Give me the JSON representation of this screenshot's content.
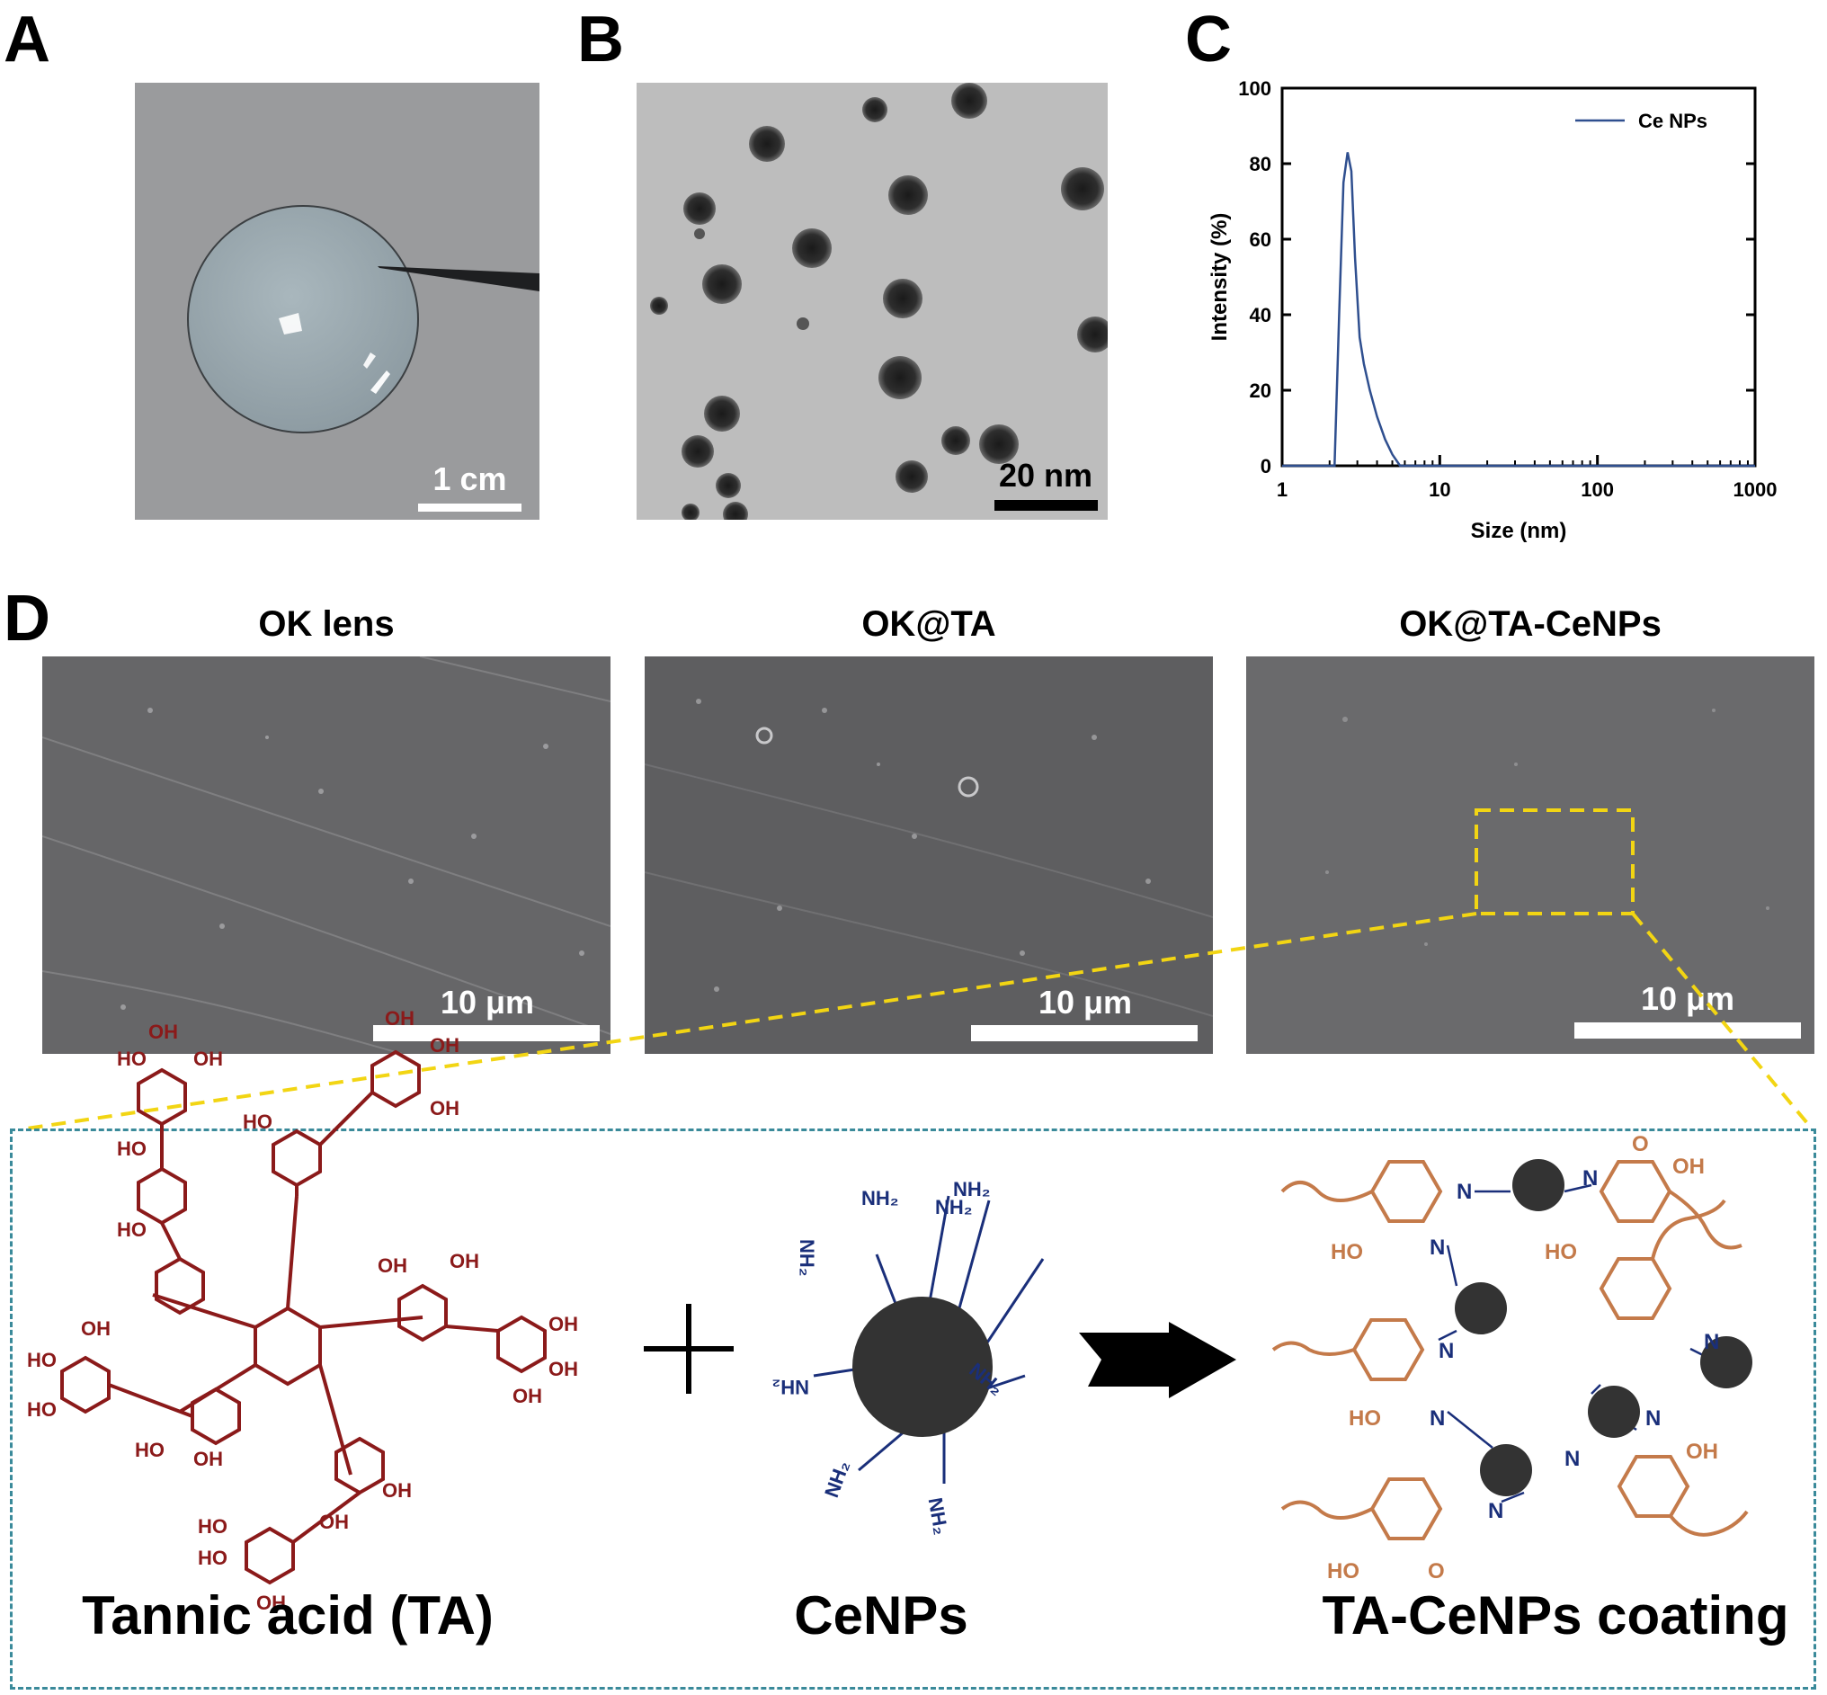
{
  "panels": {
    "a": {
      "letter": "A",
      "scale": "1 cm"
    },
    "b": {
      "letter": "B",
      "scale": "20 nm"
    },
    "c": {
      "letter": "C"
    },
    "d": {
      "letter": "D"
    }
  },
  "sem": {
    "titles": [
      "OK lens",
      "OK@TA",
      "OK@TA-CeNPs"
    ],
    "scales": [
      "10 μm",
      "10 μm",
      "10 μm"
    ]
  },
  "schematic": {
    "labels": [
      "Tannic acid (TA)",
      "CeNPs",
      "TA-CeNPs coating"
    ],
    "groups": {
      "oh": "OH",
      "ho": "HO",
      "o": "O",
      "n": "N",
      "nh2": "NH₂"
    },
    "colors": {
      "ta": "#8b1a1a",
      "cenp_ligand": "#1a2f7a",
      "coating": "#c47a4a",
      "particle": "#333333",
      "frame": "#3a8a9a",
      "zoom": "#f2d513"
    }
  },
  "chart_data": {
    "type": "line",
    "title": "",
    "xlabel": "Size (nm)",
    "ylabel": "Intensity (%)",
    "xscale": "log",
    "xlim": [
      1,
      1000
    ],
    "ylim": [
      0,
      100
    ],
    "xticks": [
      "1",
      "10",
      "100",
      "1000"
    ],
    "yticks": [
      "0",
      "20",
      "40",
      "60",
      "80",
      "100"
    ],
    "legend": {
      "position": "top-right"
    },
    "series": [
      {
        "name": "Ce NPs",
        "color": "#2f4f8f",
        "x": [
          1,
          2.15,
          2.3,
          2.45,
          2.6,
          2.75,
          2.9,
          3.1,
          3.3,
          3.6,
          4.0,
          4.5,
          5.0,
          5.6,
          10,
          100,
          1000
        ],
        "y": [
          0,
          0,
          40,
          75,
          83,
          78,
          55,
          34,
          27,
          20,
          13,
          7,
          3,
          0,
          0,
          0,
          0
        ]
      }
    ]
  }
}
